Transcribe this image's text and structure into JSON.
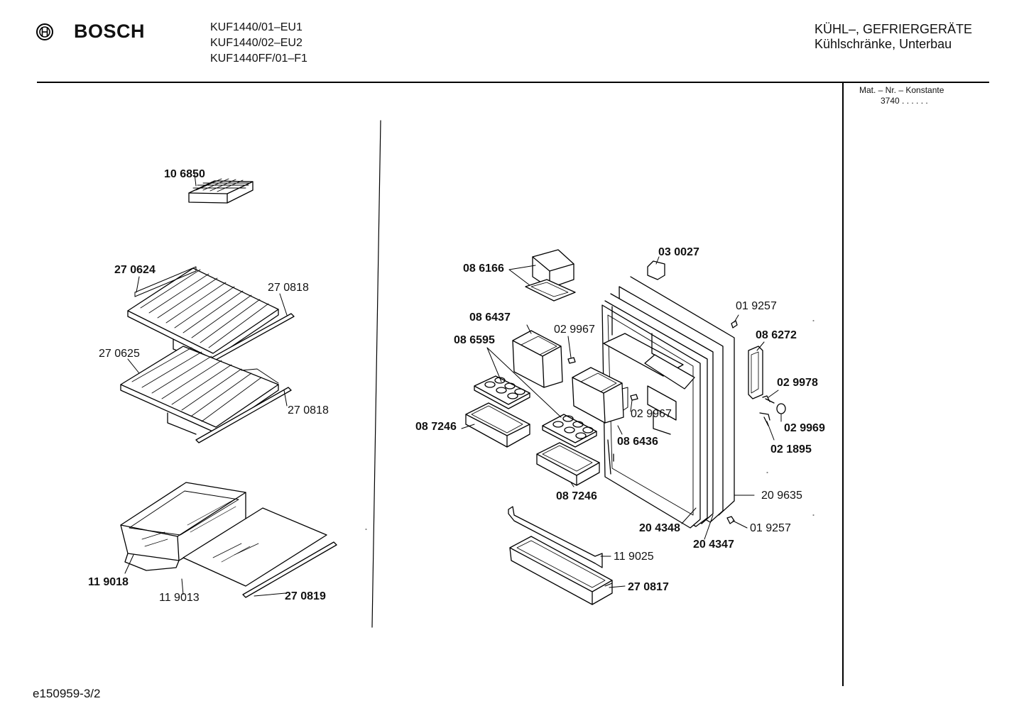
{
  "header": {
    "brand": "BOSCH",
    "models": [
      "KUF1440/01–EU1",
      "KUF1440/02–EU2",
      "KUF1440FF/01–F1"
    ],
    "category_line1": "KÜHL–, GEFRIERGERÄTE",
    "category_line2": "Kühlschränke, Unterbau"
  },
  "sidebar": {
    "mat_label": "Mat. – Nr. – Konstante",
    "mat_value": "3740  .  .  .  .  .  ."
  },
  "footer": {
    "code": "e150959-3/2"
  },
  "parts": [
    {
      "id": "p106850",
      "label": "10 6850"
    },
    {
      "id": "p270624",
      "label": "27 0624"
    },
    {
      "id": "p270818a",
      "label": "27 0818"
    },
    {
      "id": "p270625",
      "label": "27 0625"
    },
    {
      "id": "p270818b",
      "label": "27 0818"
    },
    {
      "id": "p119018",
      "label": "11 9018"
    },
    {
      "id": "p119013",
      "label": "11 9013"
    },
    {
      "id": "p270819",
      "label": "27 0819"
    },
    {
      "id": "p086166",
      "label": "08 6166"
    },
    {
      "id": "p030027",
      "label": "03 0027"
    },
    {
      "id": "p019257a",
      "label": "01 9257"
    },
    {
      "id": "p086437",
      "label": "08 6437"
    },
    {
      "id": "p029967a",
      "label": "02 9967"
    },
    {
      "id": "p086272",
      "label": "08 6272"
    },
    {
      "id": "p086595",
      "label": "08 6595"
    },
    {
      "id": "p029978",
      "label": "02 9978"
    },
    {
      "id": "p029967b",
      "label": "02 9967"
    },
    {
      "id": "p029969",
      "label": "02 9969"
    },
    {
      "id": "p087246a",
      "label": "08 7246"
    },
    {
      "id": "p086436",
      "label": "08 6436"
    },
    {
      "id": "p021895",
      "label": "02 1895"
    },
    {
      "id": "p087246b",
      "label": "08 7246"
    },
    {
      "id": "p209635",
      "label": "20 9635"
    },
    {
      "id": "p204348",
      "label": "20 4348"
    },
    {
      "id": "p019257b",
      "label": "01 9257"
    },
    {
      "id": "p204347",
      "label": "20 4347"
    },
    {
      "id": "p119025",
      "label": "11 9025"
    },
    {
      "id": "p270817",
      "label": "27 0817"
    }
  ]
}
